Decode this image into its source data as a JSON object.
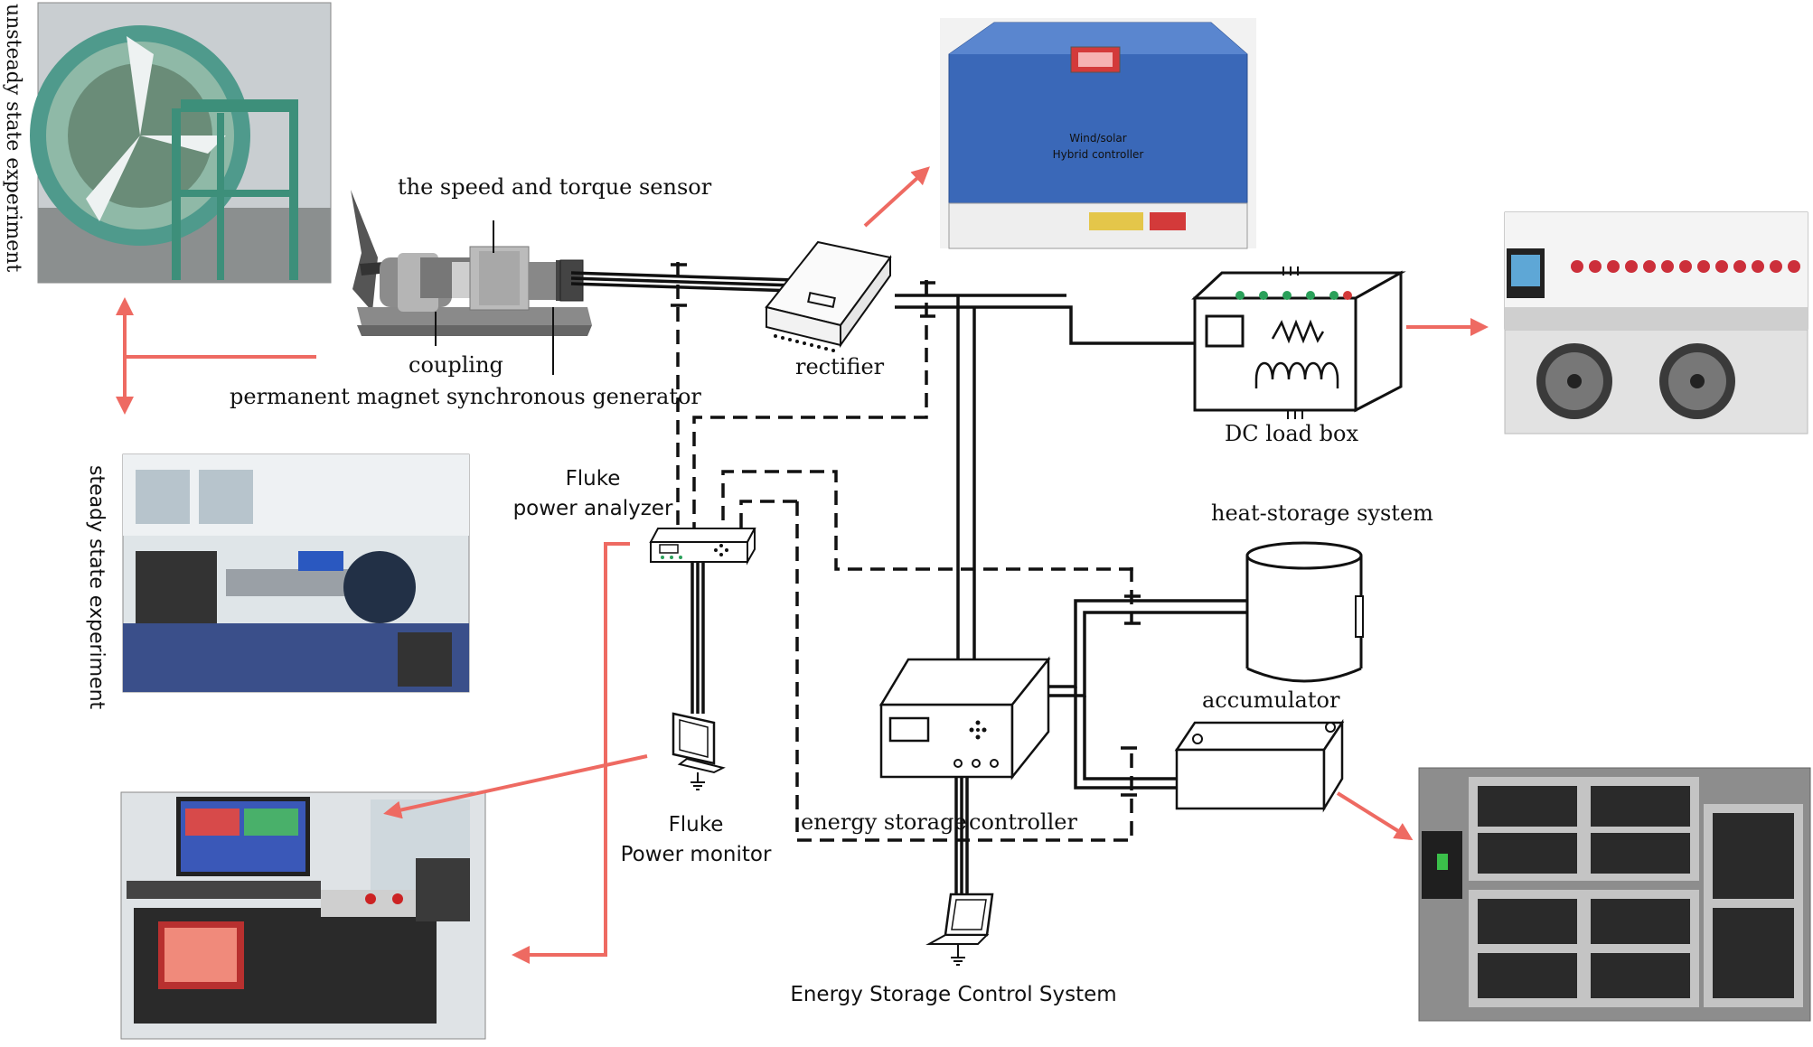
{
  "labels": {
    "unsteady": "unsteady state experiment",
    "steady": "steady state experiment",
    "speed_torque_sensor": "the speed and torque sensor",
    "coupling": "coupling",
    "pmsg": "permanent magnet synchronous generator",
    "rectifier": "rectifier",
    "dc_load_box": "DC load box",
    "heat_storage": "heat-storage system",
    "accumulator": "accumulator",
    "energy_storage": "energy storage",
    "controller": "controller",
    "fluke_analyzer_1": "Fluke",
    "fluke_analyzer_2": "power analyzer",
    "fluke_monitor_1": "Fluke",
    "fluke_monitor_2": "Power monitor",
    "escs": "Energy Storage Control System",
    "hybrid_1": "Wind/solar",
    "hybrid_2": "Hybrid controller"
  },
  "colors": {
    "arrow": "#ee6a62",
    "line": "#111111",
    "controller_blue": "#3a68b8",
    "grey_panel": "#e9e9e9"
  },
  "icons": {
    "monitor": "monitor-icon",
    "laptop": "laptop-icon",
    "analyzer": "power-analyzer-icon",
    "ground": "ground-icon"
  }
}
